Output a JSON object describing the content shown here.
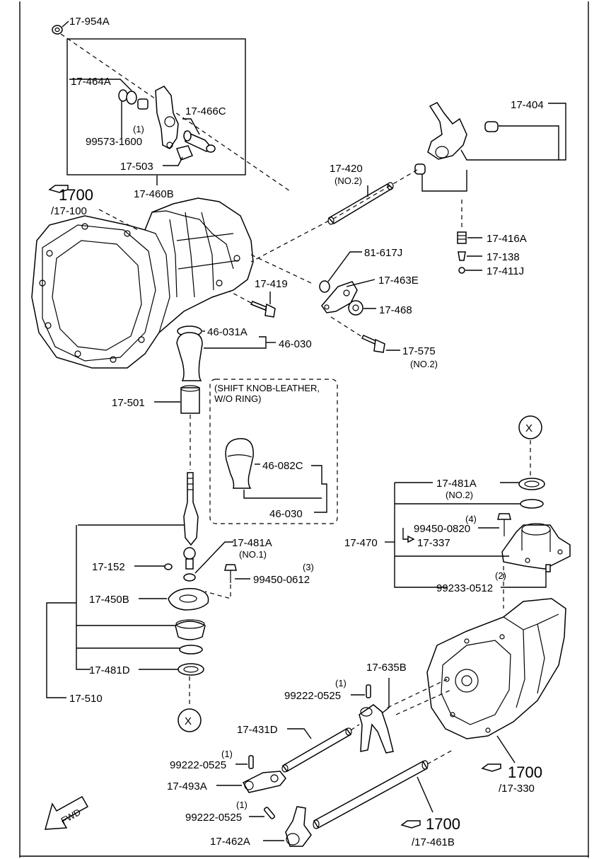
{
  "labels": {
    "p17_954A": "17-954A",
    "p17_464A": "17-464A",
    "p17_466C": "17-466C",
    "p99573_qty": "(1)",
    "p99573": "99573-1600",
    "p17_503": "17-503",
    "p17_460B": "17-460B",
    "ref_1700_a": "1700",
    "ref_17_100": "/17-100",
    "p17_404": "17-404",
    "p17_420": "17-420",
    "p17_420_no": "(NO.2)",
    "p17_416A": "17-416A",
    "p17_138": "17-138",
    "p17_411J": "17-411J",
    "p81_617J": "81-617J",
    "p17_463E": "17-463E",
    "p17_468": "17-468",
    "p17_419": "17-419",
    "p46_031A": "46-031A",
    "p46_030_a": "46-030",
    "p17_575": "17-575",
    "p17_575_no": "(NO.2)",
    "knob_note_1": "(SHIFT KNOB-LEATHER,",
    "knob_note_2": "W/O RING)",
    "p17_501": "17-501",
    "p46_082C": "46-082C",
    "p46_030_b": "46-030",
    "x_top": "X",
    "p17_481A_top": "17-481A",
    "p17_481A_top_no": "(NO.2)",
    "p99450_0820_qty": "(4)",
    "p99450_0820": "99450-0820",
    "p17_470": "17-470",
    "p17_337": "17-337",
    "p99233_qty": "(2)",
    "p99233_0512": "99233-0512",
    "p17_481A_mid": "17-481A",
    "p17_481A_mid_no": "(NO.1)",
    "p99450_0612_qty": "(3)",
    "p99450_0612": "99450-0612",
    "p17_152": "17-152",
    "p17_450B": "17-450B",
    "p17_481D": "17-481D",
    "p17_510": "17-510",
    "x_bottom": "X",
    "p17_635B": "17-635B",
    "p99222_a_qty": "(1)",
    "p99222_a": "99222-0525",
    "p17_431D": "17-431D",
    "p99222_b_qty": "(1)",
    "p99222_b": "99222-0525",
    "p17_493A": "17-493A",
    "ref_1700_b": "1700",
    "ref_17_330": "/17-330",
    "p99222_c_qty": "(1)",
    "p99222_c": "99222-0525",
    "p17_462A": "17-462A",
    "ref_1700_c": "1700",
    "ref_17_461B": "/17-461B",
    "fwd": "FWD"
  }
}
